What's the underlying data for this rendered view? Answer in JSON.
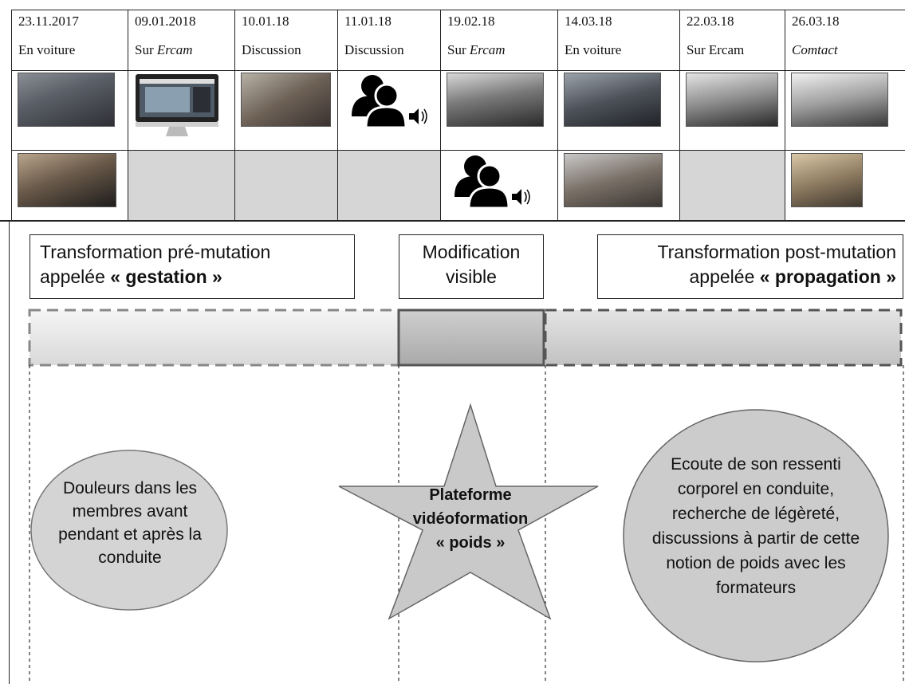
{
  "timeline": [
    {
      "date": "23.11.2017",
      "label_plain": "En voiture",
      "label_italic": "",
      "row1": "photo",
      "row1_icon": "car-driving-photo",
      "row2": "photo",
      "row2_icon": "laptop-video-photo"
    },
    {
      "date": "09.01.2018",
      "label_plain": "Sur ",
      "label_italic": "Ercam",
      "row1": "photo",
      "row1_icon": "monitor-screenshot",
      "row2": "empty"
    },
    {
      "date": "10.01.18",
      "label_plain": "Discussion",
      "label_italic": "",
      "row1": "photo",
      "row1_icon": "interview-photo",
      "row2": "empty"
    },
    {
      "date": "11.01.18",
      "label_plain": "Discussion",
      "label_italic": "",
      "row1": "icon",
      "row1_icon": "speaking-people-icon",
      "row2": "empty"
    },
    {
      "date": "19.02.18",
      "label_plain": "Sur ",
      "label_italic": "Ercam",
      "row1": "photo",
      "row1_icon": "classroom-photo",
      "row2": "icon",
      "row2_icon": "speaking-people-icon"
    },
    {
      "date": "14.03.18",
      "label_plain": "En voiture",
      "label_italic": "",
      "row1": "photo",
      "row1_icon": "car-interior-photo",
      "row2": "photo",
      "row2_icon": "laptop-discussion-photo"
    },
    {
      "date": "22.03.18",
      "label_plain": "Sur Ercam",
      "label_italic": "",
      "row1": "photo",
      "row1_icon": "computer-room-photo",
      "row2": "empty"
    },
    {
      "date": "26.03.18",
      "label_plain": "",
      "label_italic": "Comtact",
      "row1": "photo",
      "row1_icon": "presentation-photo",
      "row2": "photo",
      "row2_icon": "meeting-room-photo"
    }
  ],
  "phases": {
    "pre": {
      "line1": "Transformation pré-mutation",
      "line2_prefix": "appelée ",
      "line2_bold": "« gestation »"
    },
    "visible": {
      "line1": "Modification",
      "line2": "visible"
    },
    "post": {
      "line1": "Transformation post-mutation",
      "line2_prefix": "appelée ",
      "line2_bold": "«  propagation »"
    }
  },
  "bubbles": {
    "left": [
      "Douleurs dans les",
      "membres avant",
      "pendant et après la",
      "conduite"
    ],
    "star": [
      "Plateforme",
      "vidéoformation",
      "« poids »"
    ],
    "right": [
      "Ecoute de son ressenti",
      "corporel en conduite,",
      "recherche de légèreté,",
      "discussions à partir de cette",
      "notion de poids avec les",
      "formateurs"
    ]
  },
  "colors": {
    "border": "#222222",
    "empty_cell": "#d6d6d6",
    "bar_light": "#e6e6e6",
    "bar_mid": "#bdbdbd",
    "bubble": "#d4d4d4"
  }
}
